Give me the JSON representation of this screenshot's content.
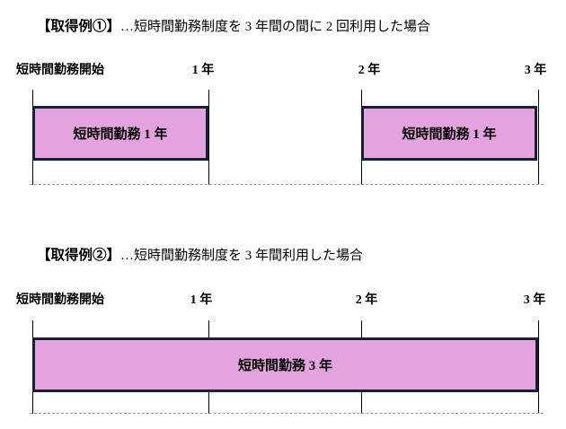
{
  "colors": {
    "page_bg": "#ffffff",
    "text": "#000000",
    "box_fill": "#e3a3df",
    "box_border": "#122232",
    "tick_line": "#000000",
    "baseline_dash": "#999999"
  },
  "examples": [
    {
      "title_tag": "【取得例①】",
      "title_desc": "…短時間勤務制度を 3 年間の間に 2 回利用した場合",
      "start_label": "短時間勤務開始",
      "ticks": [
        "1 年",
        "2 年",
        "3 年"
      ],
      "boxes": [
        {
          "label": "短時間勤務 1 年"
        },
        {
          "label": "短時間勤務 1 年"
        }
      ]
    },
    {
      "title_tag": "【取得例②】",
      "title_desc": "…短時間勤務制度を 3 年間利用した場合",
      "start_label": "短時間勤務開始",
      "ticks": [
        "1 年",
        "2 年",
        "3 年"
      ],
      "boxes": [
        {
          "label": "短時間勤務 3 年"
        }
      ]
    }
  ]
}
